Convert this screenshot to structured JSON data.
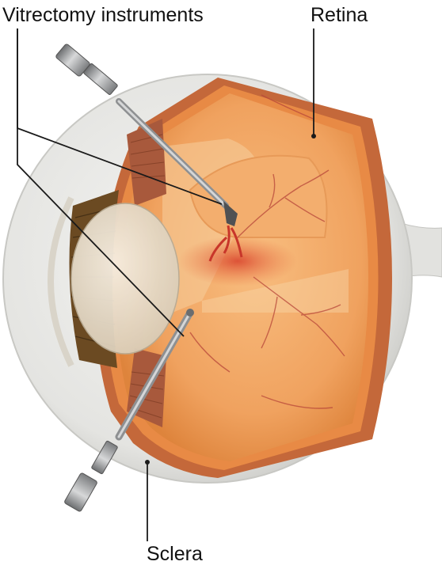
{
  "labels": {
    "vitrectomy": "Vitrectomy instruments",
    "retina": "Retina",
    "sclera": "Sclera"
  },
  "colors": {
    "sclera": "#e9e9e7",
    "sclera_shade": "#cfcfcc",
    "interior": "#f2a866",
    "interior_dark": "#e1893f",
    "retina_rim": "#c8622e",
    "hemorrhage": "#d9452e",
    "iris": "#6b4a22",
    "lens": "#ece3d3",
    "instrument": "#9a9c9e",
    "leader": "#1a1a1a"
  },
  "icons": [
    "instrument-icon",
    "eye-cross-section-icon"
  ]
}
